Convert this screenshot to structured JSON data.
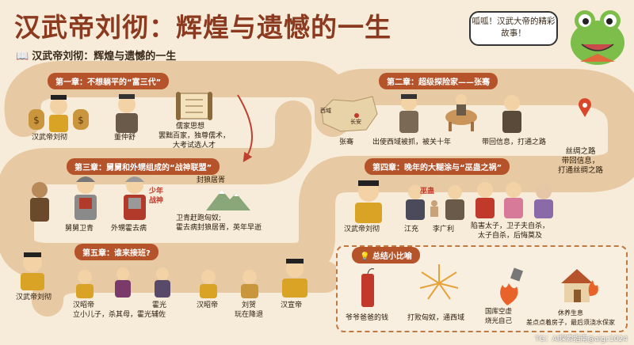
{
  "title": "汉武帝刘彻：辉煌与遗憾的一生",
  "subtitle": "汉武帝刘彻：辉煌与遗憾的一生",
  "bubble_text": "呱呱！汉武大帝的精彩故事！",
  "chapters": {
    "ch1": "第一章：不想躺平的“富三代”",
    "ch2": "第二章：超级探险家——张骞",
    "ch3": "第三章：舅舅和外甥组成的“战神联盟”",
    "ch4": "第四章：晚年的大糊涂与“巫蛊之祸”",
    "ch5": "第五章：谁来接班?"
  },
  "labels": {
    "wudi1": "汉武帝刘彻",
    "dongzhongshu": "董仲舒",
    "confucian": "罢黜百家，独尊儒术，\n大考试选人才",
    "confucian_scroll": "儒家思想",
    "zhangqian": "张骞",
    "captured": "出使西域被抓，被关十年",
    "return": "带回信息，打通之路",
    "silk_road": "丝绸之路\n带回信息，\n打通丝绸之路",
    "map_xiyu": "西域",
    "map_changan": "长安",
    "weiqing": "舅舅卫青",
    "huoqubing": "外甥霍去病",
    "young_general": "少年战神",
    "fenglangjuxu": "封狼居胥",
    "battle_desc": "卫青赶跑匈奴;\n霍去病封狼居胥，英年早逝",
    "wudi4": "汉武帝刘彻",
    "jiangchong": "江充",
    "wugu": "巫蛊",
    "liguangli": "李广利",
    "prince_desc": "陷害太子，卫子夫自杀，\n太子自杀，后悔莫及",
    "wudi5": "汉武帝刘彻",
    "zhaodi1": "汉昭帝",
    "zhaodi1_desc": "立小儿子，杀其母，霍光辅佐",
    "huoguang": "霍光",
    "zhaodi2": "汉昭帝",
    "liuhe": "刘贺\n玩在降退",
    "xuandi": "汉宣帝"
  },
  "summary": {
    "title": "总结小比喻",
    "items": [
      "爷爷爸爸的钱",
      "打败匈奴，通西域",
      "国库空虚\n烧光自己",
      "休养生息\n差点点着房子，最后须浇水保家"
    ]
  },
  "watermark": "TG：AI探索指南@aigc1024",
  "colors": {
    "accent": "#b5532b",
    "title": "#8b3a1f",
    "road": "#e7c9a3",
    "bg": "#f7ecd9"
  }
}
